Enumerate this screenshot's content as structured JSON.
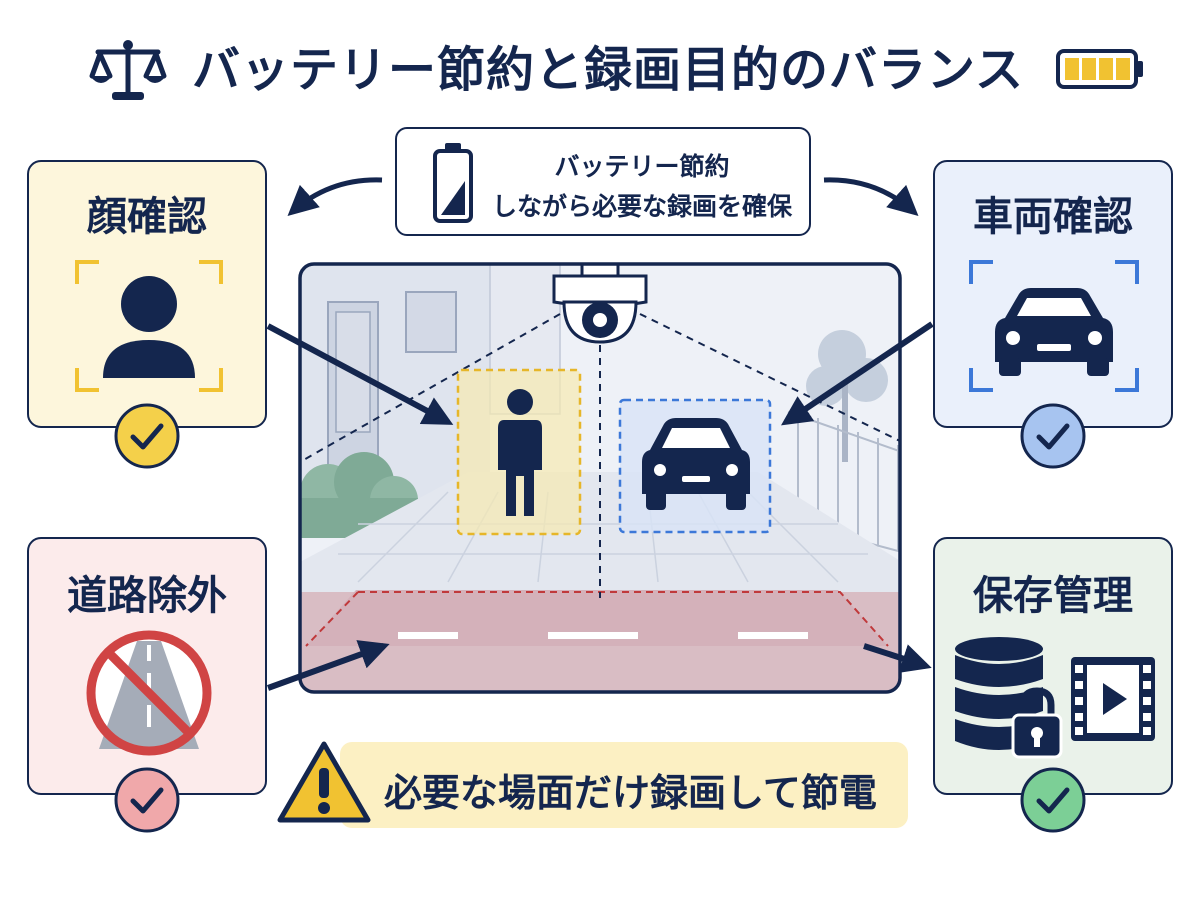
{
  "title": "バッテリー節約と録画目的のバランス",
  "top_note": {
    "line1": "バッテリー節約",
    "line2": "しながら必要な録画を確保"
  },
  "cards": {
    "face": {
      "title": "顔確認"
    },
    "vehicle": {
      "title": "車両確認"
    },
    "road": {
      "title": "道路除外"
    },
    "storage": {
      "title": "保存管理"
    }
  },
  "warning": {
    "text": "必要な場面だけ録画して節電"
  },
  "colors": {
    "navy": "#14264e",
    "yellow": "#f1c231",
    "blue": "#3c78d8",
    "red": "#d04444",
    "green": "#4aa870",
    "face_bg": "#fdf6dc",
    "vehicle_bg": "#eaf0fb",
    "road_bg": "#fcebeb",
    "storage_bg": "#eaf2ea",
    "warning_bg": "#fcf0c3"
  }
}
